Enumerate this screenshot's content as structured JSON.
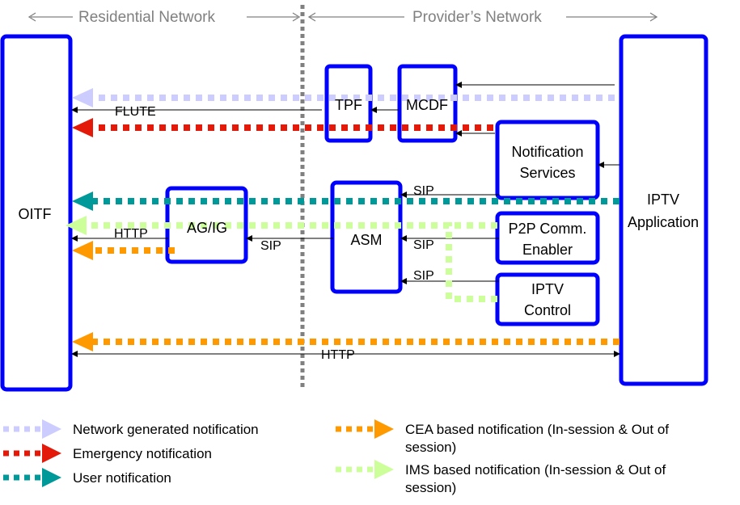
{
  "header": {
    "residential": "Residential Network",
    "provider": "Provider’s Network"
  },
  "colors": {
    "box_border": "#0000ff",
    "boundary": "#808080",
    "network_generated": "#ccccff",
    "emergency": "#e31a0a",
    "user": "#009999",
    "cea": "#ff9900",
    "ims": "#ccff99"
  },
  "boxes": {
    "oitf": "OITF",
    "tpf": "TPF",
    "mcdf": "MCDF",
    "notification_services": [
      "Notification",
      "Services"
    ],
    "iptv_application": [
      "IPTV",
      "Application"
    ],
    "agig": "AG/IG",
    "asm": "ASM",
    "p2p": [
      "P2P Comm.",
      "Enabler"
    ],
    "iptv_control": [
      "IPTV",
      "Control"
    ]
  },
  "protocols": {
    "flute": "FLUTE",
    "sip_ns": "SIP",
    "sip_p2p": "SIP",
    "sip_ctrl": "SIP",
    "sip_agig": "SIP",
    "http_agig": "HTTP",
    "http_bottom": "HTTP"
  },
  "legend": {
    "left": [
      {
        "key": "network_generated",
        "label": "Network generated notification"
      },
      {
        "key": "emergency",
        "label": "Emergency notification"
      },
      {
        "key": "user",
        "label": "User notification"
      }
    ],
    "right": [
      {
        "key": "cea",
        "label_lines": [
          "CEA based notification (In-session & Out of",
          "session)"
        ]
      },
      {
        "key": "ims",
        "label_lines": [
          "IMS based notification (In-session & Out of",
          "session)"
        ]
      }
    ]
  }
}
